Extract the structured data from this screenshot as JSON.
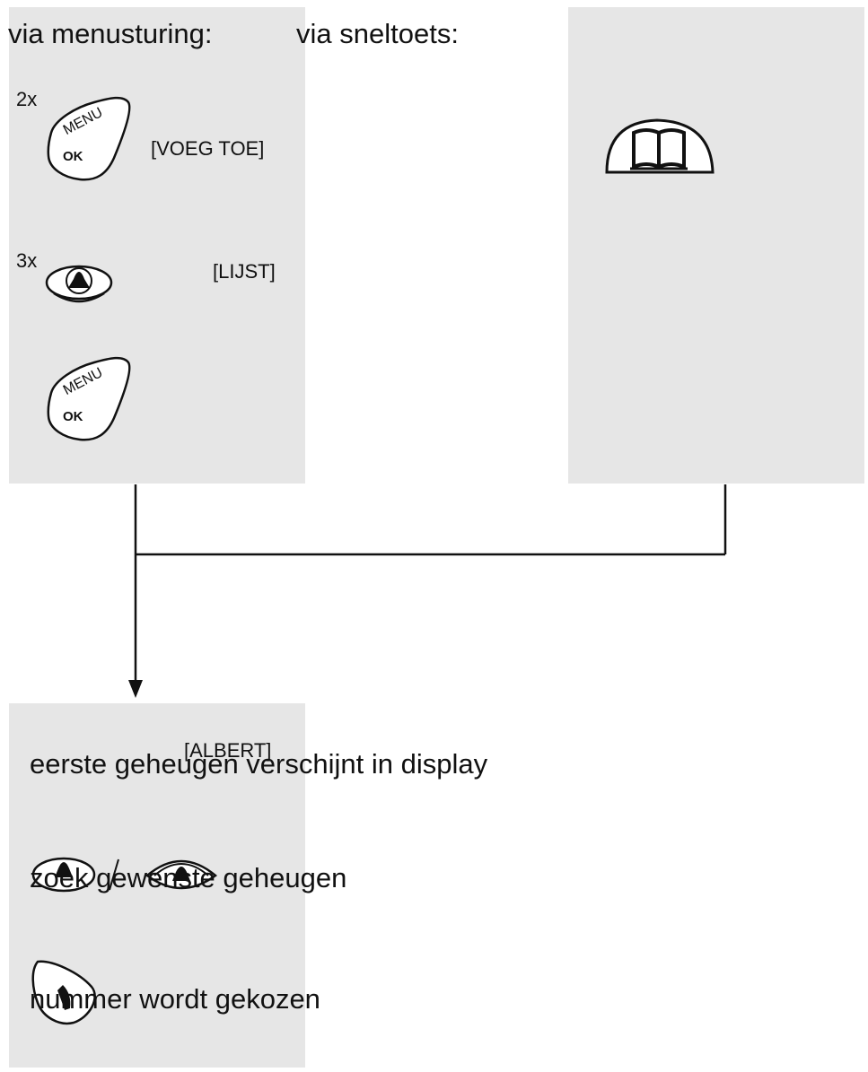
{
  "headings": {
    "menu": "via menusturing:",
    "shortcut": "via sneltoets:"
  },
  "menu_steps": {
    "step1": {
      "count": "2x",
      "key_top": "MENU",
      "key_bottom": "OK",
      "display": "[VOEG TOE]"
    },
    "step2": {
      "count": "3x",
      "display": "[LIJST]"
    },
    "step3": {
      "key_top": "MENU",
      "key_bottom": "OK"
    }
  },
  "shortcut_key": {
    "icon": "phonebook-key-icon"
  },
  "result": {
    "display": "[ALBERT]",
    "line1": "eerste geheugen verschijnt in display",
    "line2": "zoek gewenste geheugen",
    "line3": "nummer wordt gekozen"
  },
  "colors": {
    "panel": "#e6e6e6",
    "ink": "#111111"
  }
}
